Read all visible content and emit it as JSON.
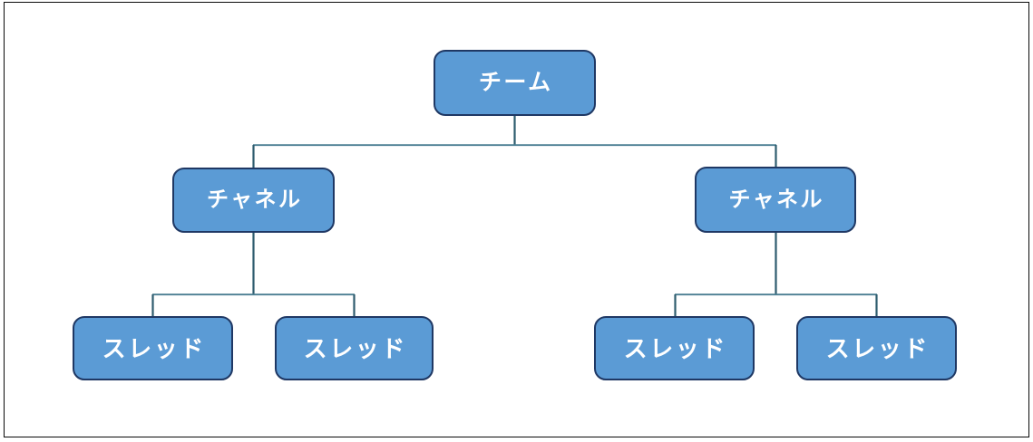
{
  "diagram": {
    "type": "tree",
    "orientation": "top-down",
    "title": "",
    "colors": {
      "node_fill": "#5B9BD5",
      "node_border": "#1F3864",
      "node_text": "#FFFFFF",
      "connector_vertical": "#2E5C6E",
      "connector_horizontal": "#4A7E92",
      "frame": "#0A0A0A",
      "background": "#FFFFFF"
    },
    "levels": [
      {
        "level": 1,
        "label": "チーム",
        "count": 1
      },
      {
        "level": 2,
        "label": "チャネル",
        "count": 2
      },
      {
        "level": 3,
        "label": "スレッド",
        "count": 4
      }
    ],
    "nodes": {
      "team": {
        "label": "チーム"
      },
      "channels": [
        {
          "label": "チャネル"
        },
        {
          "label": "チャネル"
        }
      ],
      "threads": [
        {
          "label": "スレッド"
        },
        {
          "label": "スレッド"
        },
        {
          "label": "スレッド"
        },
        {
          "label": "スレッド"
        }
      ]
    },
    "edges": [
      {
        "from": "team",
        "to": "channels.0"
      },
      {
        "from": "team",
        "to": "channels.1"
      },
      {
        "from": "channels.0",
        "to": "threads.0"
      },
      {
        "from": "channels.0",
        "to": "threads.1"
      },
      {
        "from": "channels.1",
        "to": "threads.2"
      },
      {
        "from": "channels.1",
        "to": "threads.3"
      }
    ]
  }
}
